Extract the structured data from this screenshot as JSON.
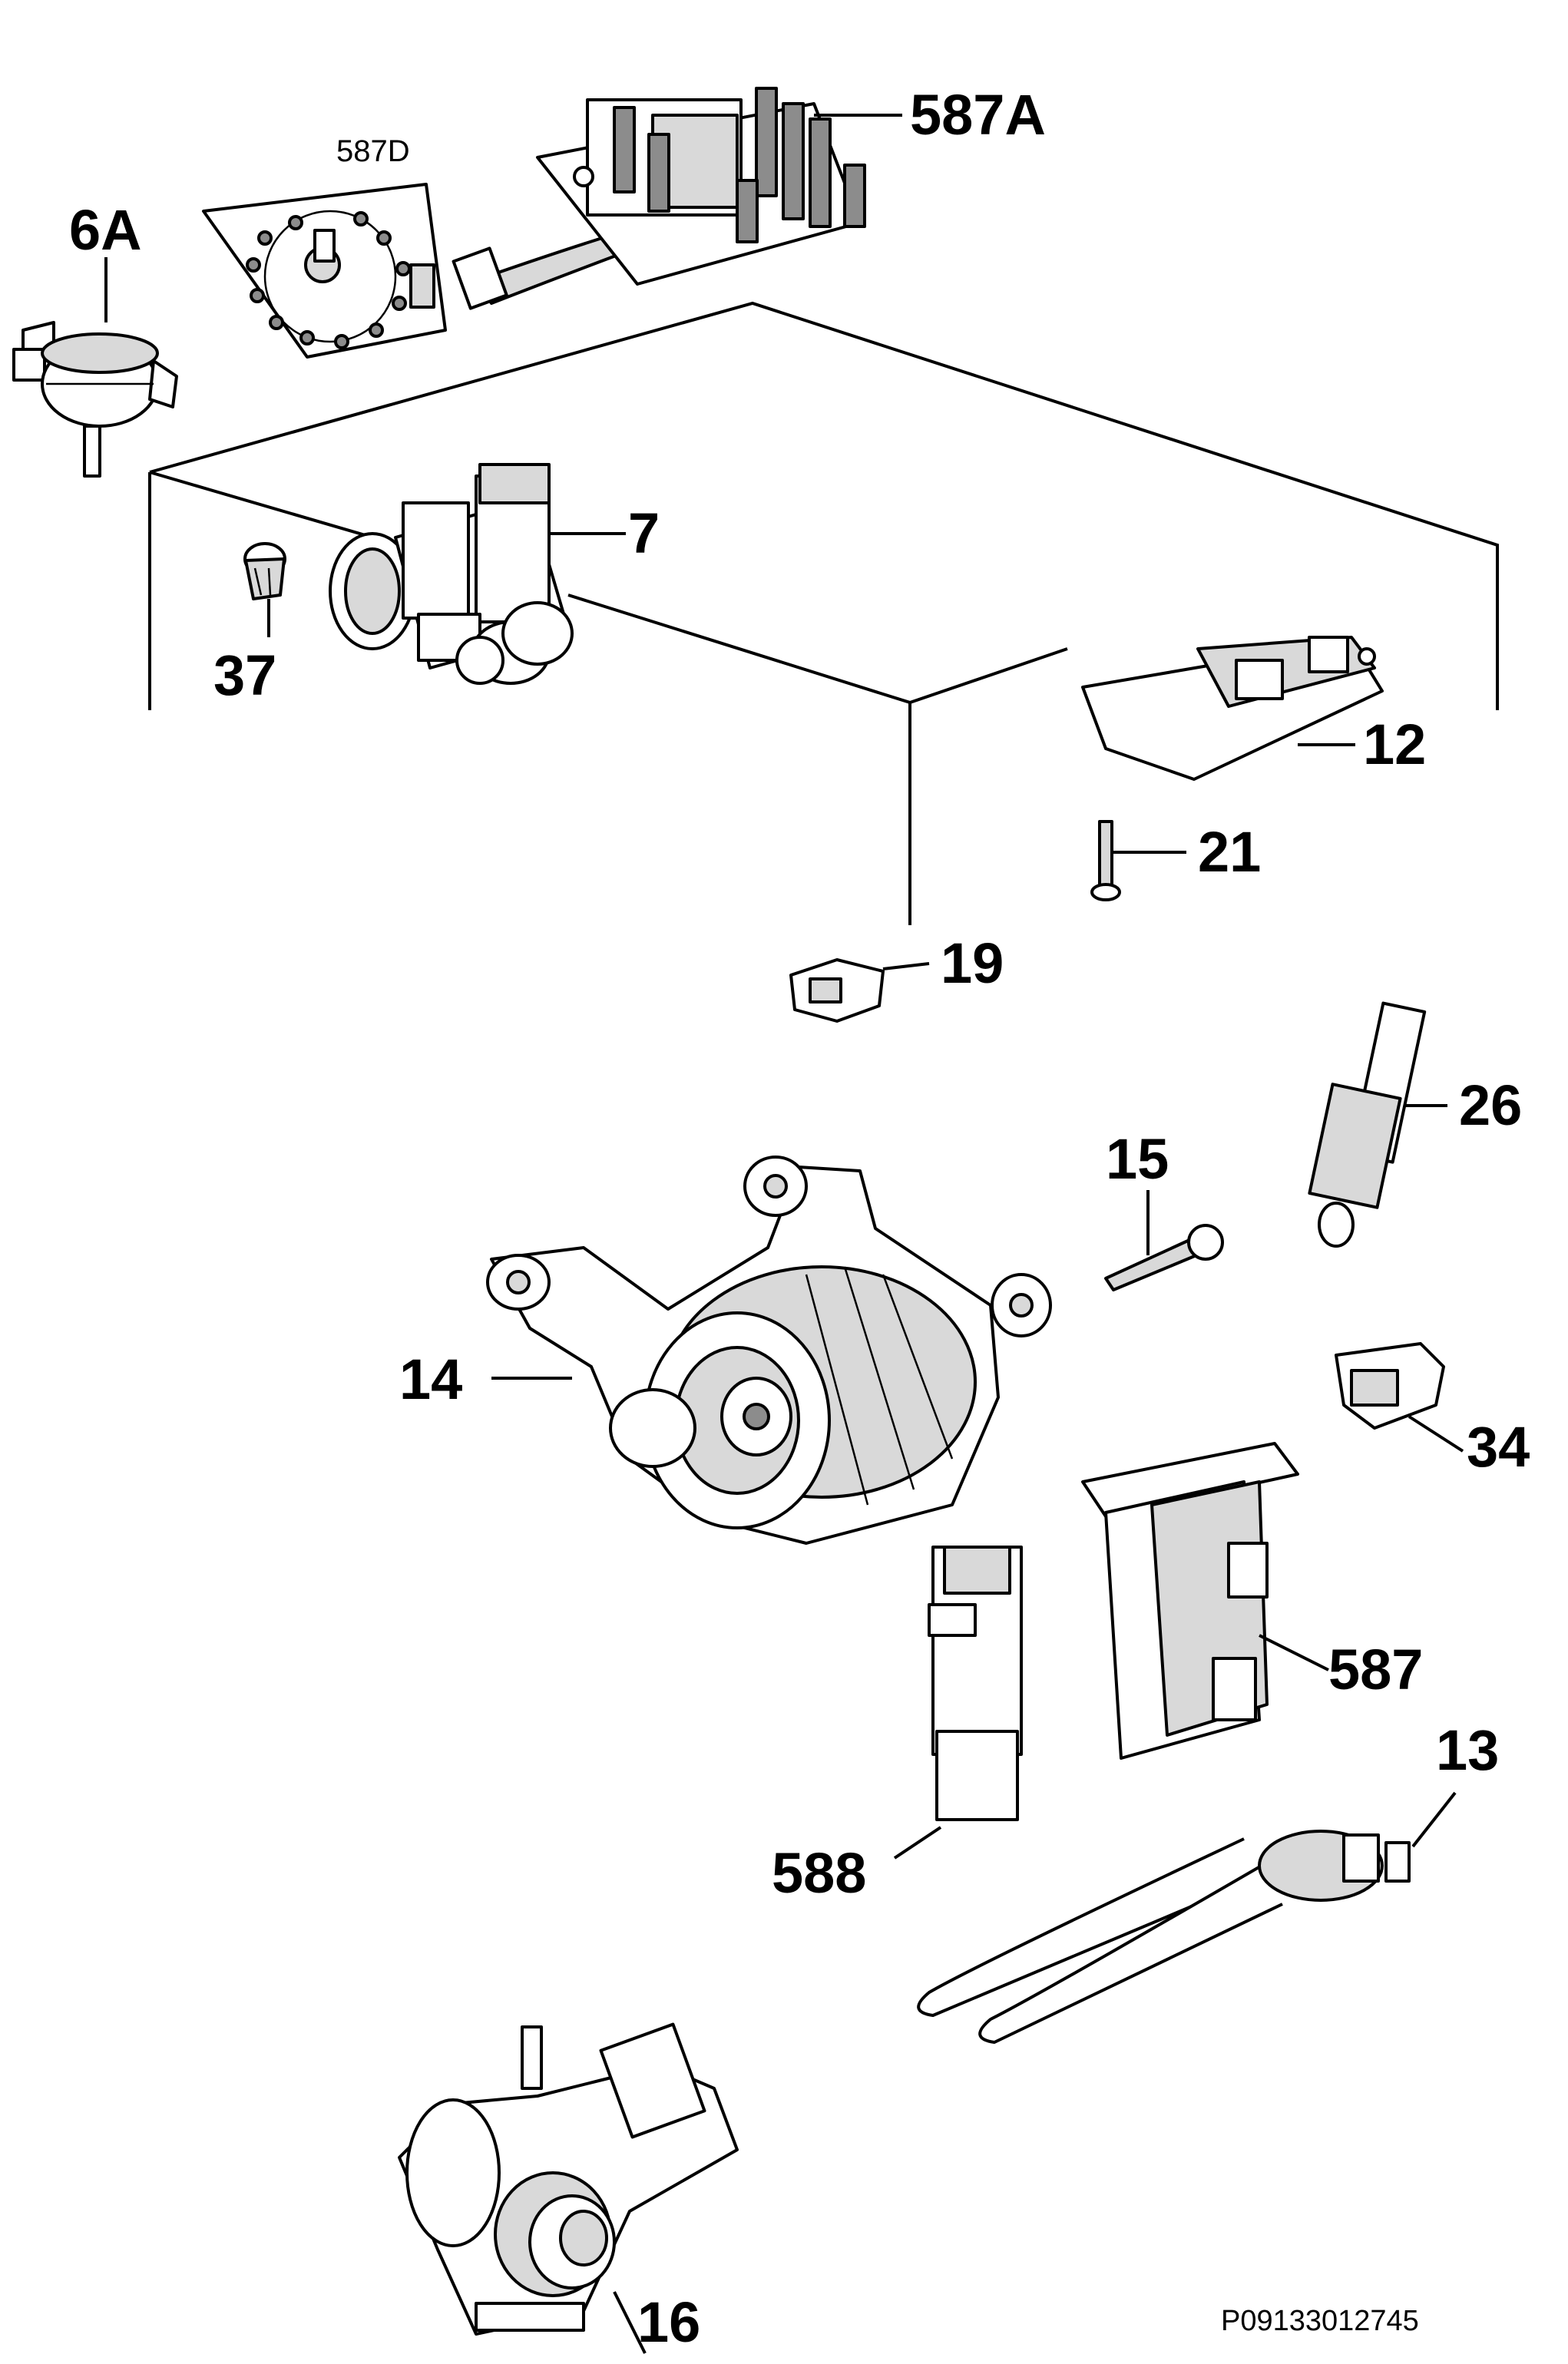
{
  "labels": {
    "p6a": "6A",
    "p587d": "587D",
    "p587a": "587A",
    "p7": "7",
    "p37": "37",
    "p12": "12",
    "p21": "21",
    "p19": "19",
    "p26": "26",
    "p15": "15",
    "p14": "14",
    "p34": "34",
    "p587": "587",
    "p588": "588",
    "p13": "13",
    "p16": "16"
  },
  "drawing_number": "P09133012745"
}
